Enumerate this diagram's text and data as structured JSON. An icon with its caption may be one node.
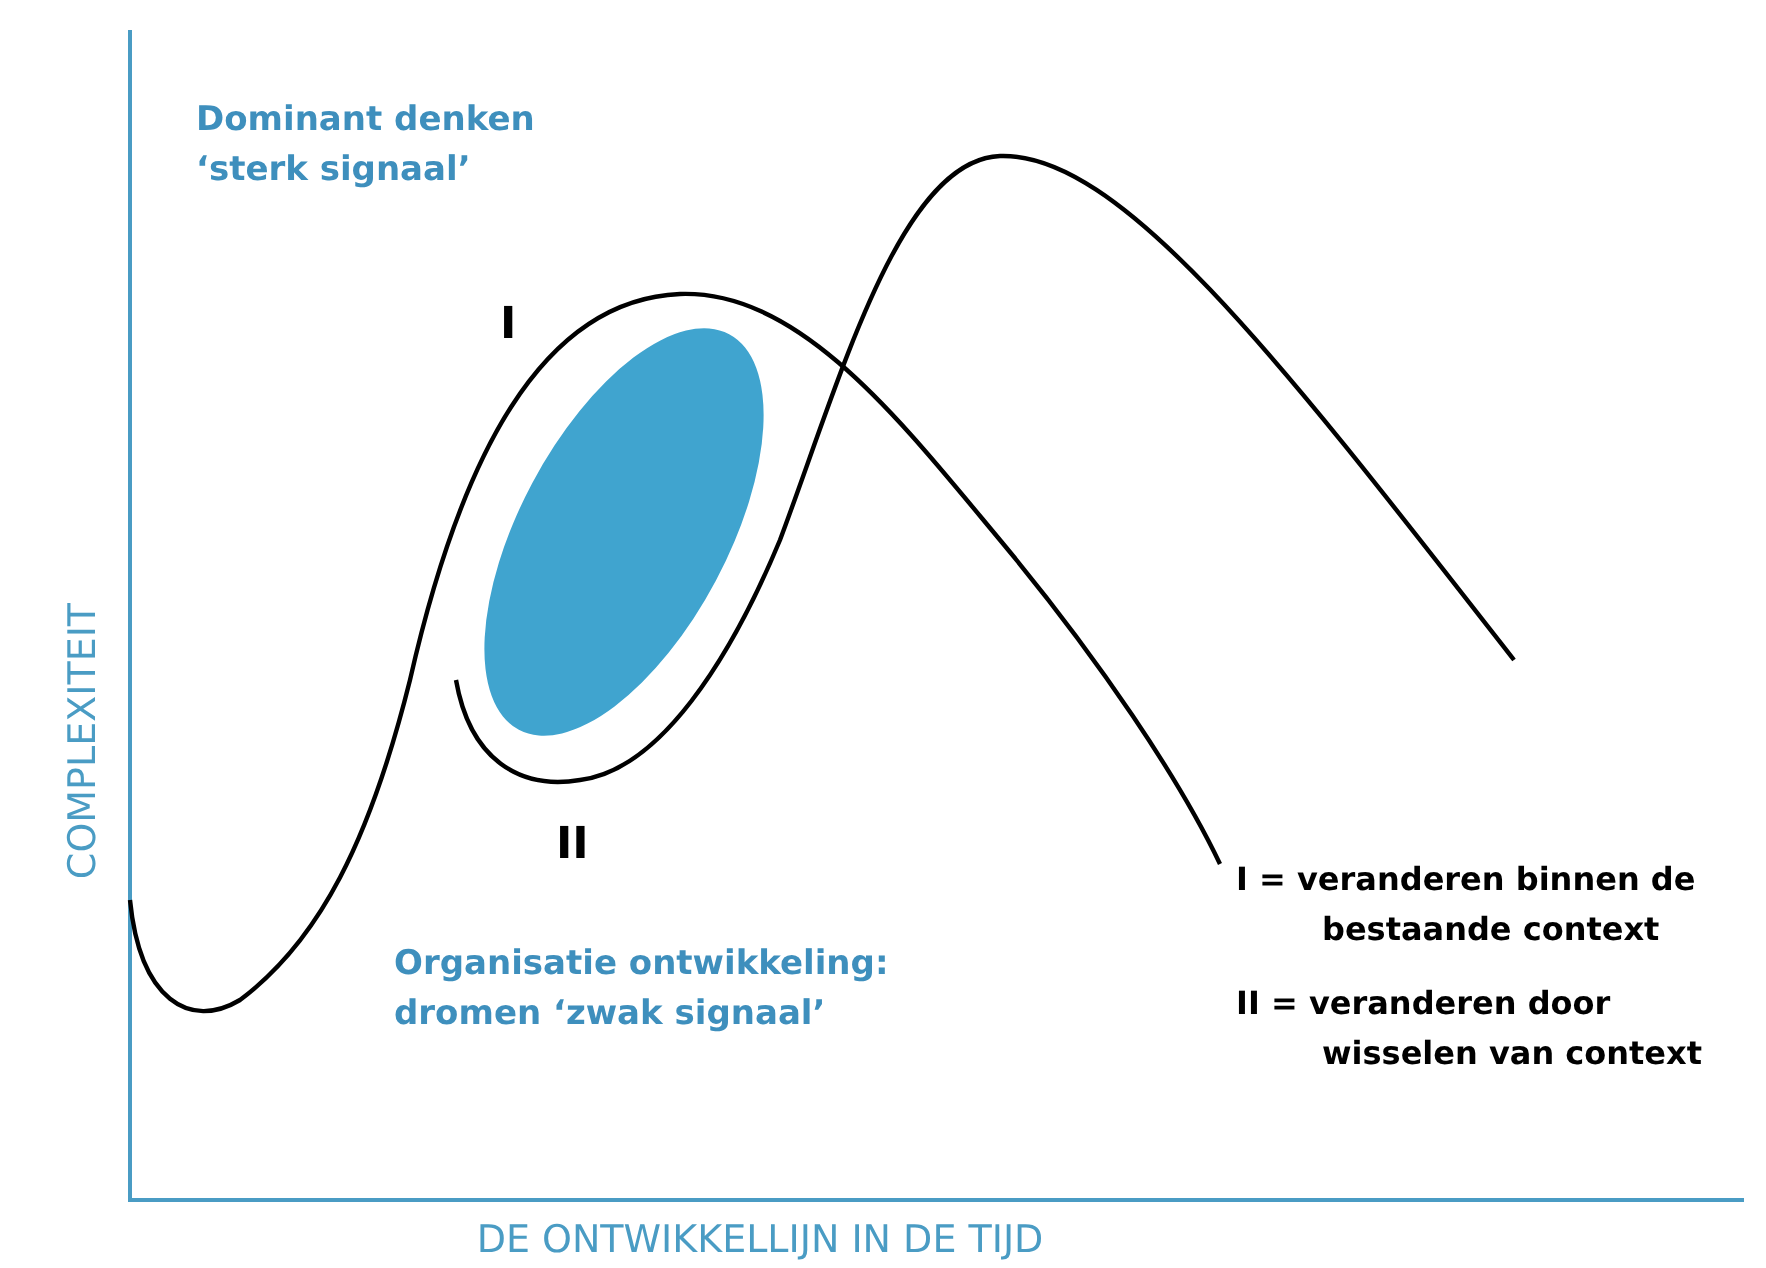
{
  "diagram": {
    "labels": [
      "Dominant denken ‘sterk signaal’",
      "I",
      "II",
      "Organisatie ontwikkeling: dromen ‘zwak signaal’",
      "I = veranderen binnen de bestaande context",
      "II = veranderen door wisselen van context",
      "COMPLEXITEIT",
      "DE ONTWIKKELLIJN IN DE TIJD"
    ]
  }
}
